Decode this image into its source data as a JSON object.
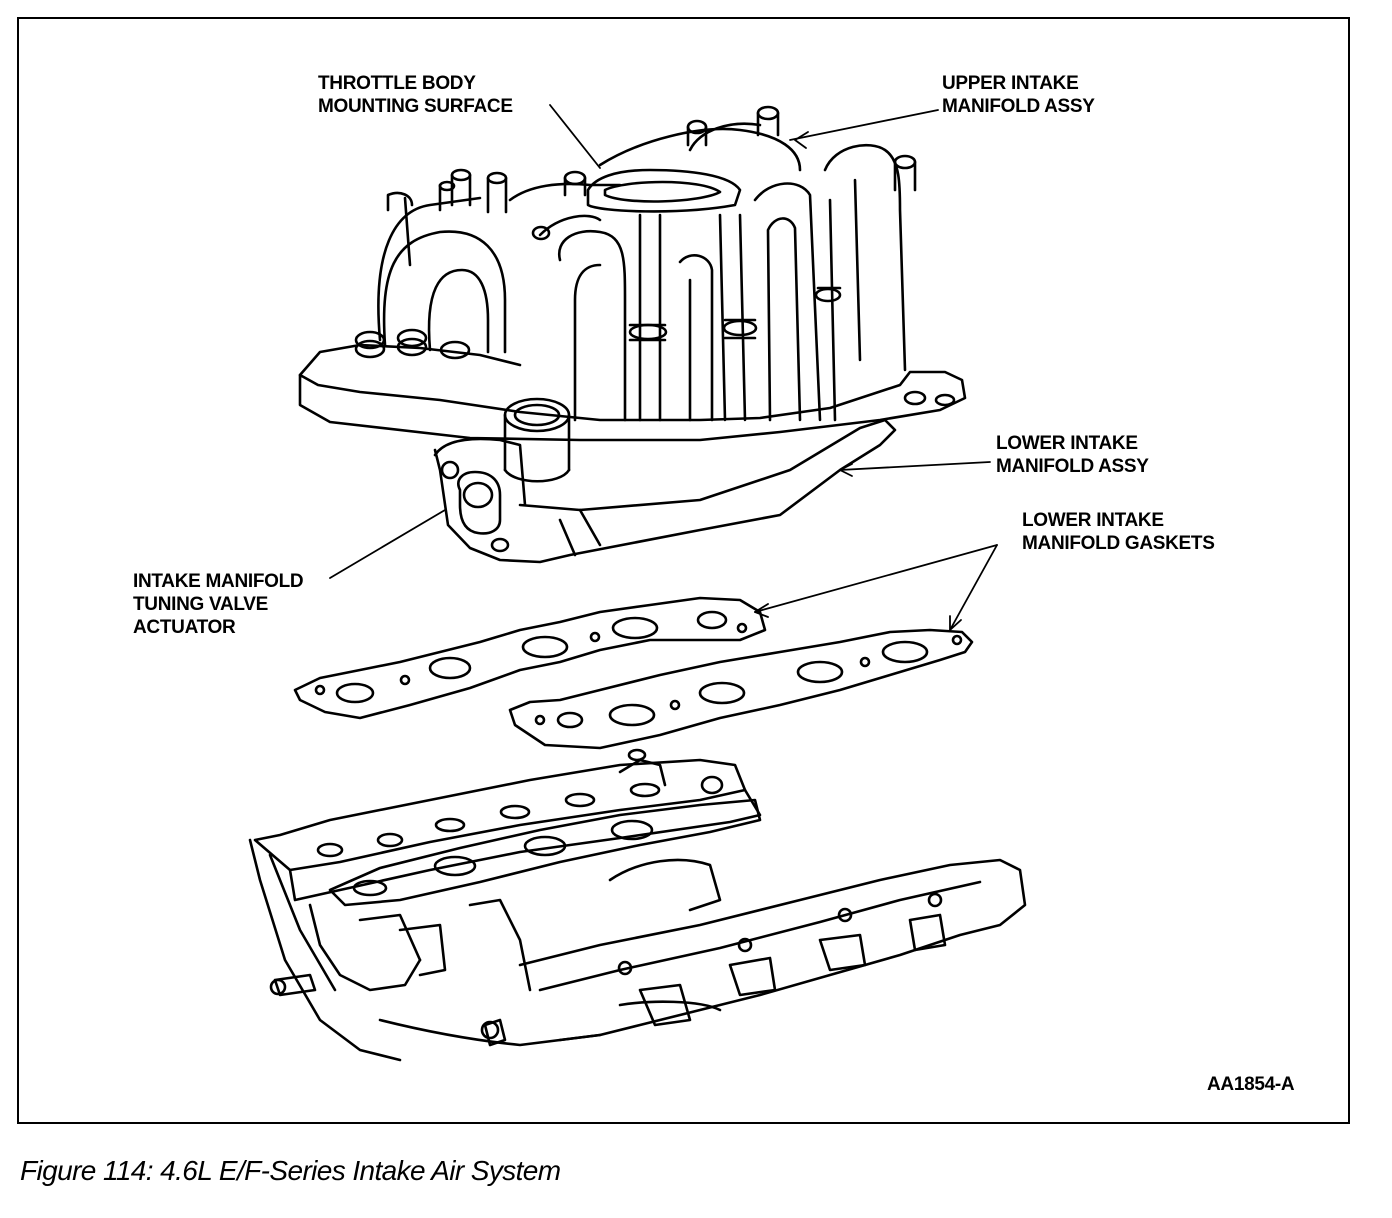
{
  "labels": {
    "throttle_body": "THROTTLE BODY\nMOUNTING SURFACE",
    "upper_intake": "UPPER INTAKE\nMANIFOLD ASSY",
    "lower_intake": "LOWER INTAKE\nMANIFOLD ASSY",
    "gaskets": "LOWER INTAKE\nMANIFOLD GASKETS",
    "tuning_valve": "INTAKE MANIFOLD\nTUNING VALVE\nACTUATOR"
  },
  "figure_id": "AA1854-A",
  "caption": "Figure 114: 4.6L E/F-Series Intake Air System"
}
